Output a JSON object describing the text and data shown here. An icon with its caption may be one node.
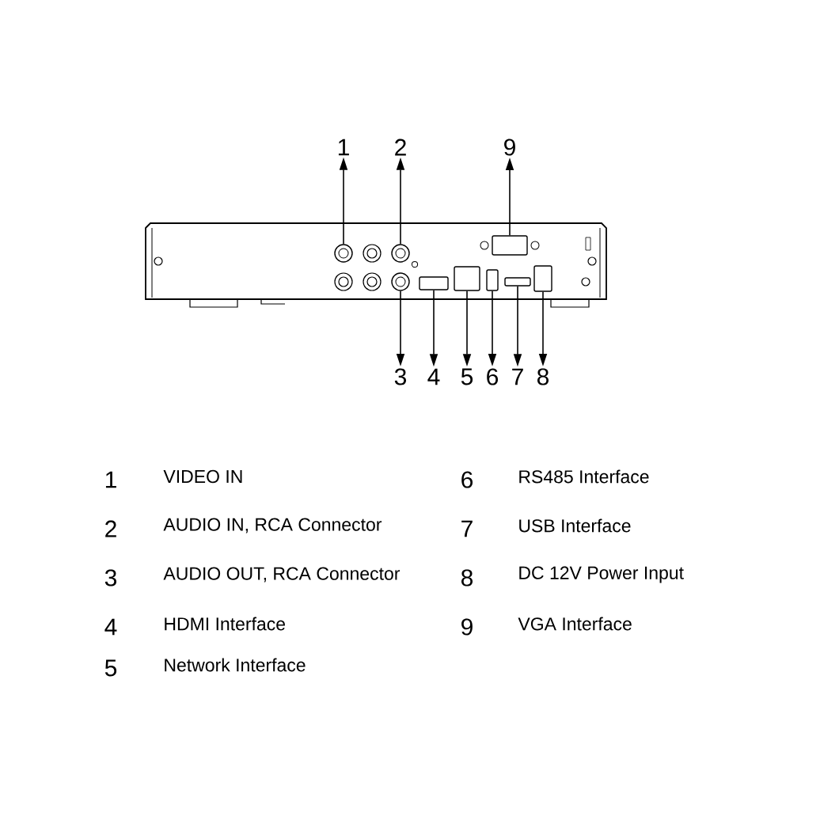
{
  "diagram": {
    "nodes": [
      {
        "text": [
          "1"
        ]
      },
      {
        "text": [
          "2"
        ]
      },
      {
        "text": [
          "9"
        ]
      },
      {
        "text": [],
        "shape": "circle"
      },
      {
        "text": [],
        "shape": "circle"
      },
      {
        "text": [],
        "shape": "box"
      },
      {
        "text": [],
        "shape": "circle"
      },
      {
        "text": [],
        "shape": "box"
      },
      {
        "text": [],
        "shape": "box"
      },
      {
        "text": [],
        "shape": "box"
      },
      {
        "text": [],
        "shape": "box"
      },
      {
        "text": [],
        "shape": "box"
      },
      {
        "text": [
          "3"
        ]
      },
      {
        "text": [
          "4"
        ]
      },
      {
        "text": [
          "5"
        ]
      },
      {
        "text": [
          "6"
        ]
      },
      {
        "text": [
          "7"
        ]
      },
      {
        "text": [
          "8"
        ]
      }
    ],
    "edges": [
      {
        "from": 3,
        "to": 0,
        "arrow": "to"
      },
      {
        "from": 4,
        "to": 1,
        "arrow": "to"
      },
      {
        "from": 5,
        "to": 2,
        "arrow": "to"
      },
      {
        "from": 6,
        "to": 12,
        "arrow": "to"
      },
      {
        "from": 7,
        "to": 13,
        "arrow": "to"
      },
      {
        "from": 8,
        "to": 14,
        "arrow": "to"
      },
      {
        "from": 9,
        "to": 15,
        "arrow": "to"
      },
      {
        "from": 10,
        "to": 16,
        "arrow": "to"
      },
      {
        "from": 11,
        "to": 17,
        "arrow": "to"
      }
    ],
    "labels": [
      "1",
      "VIDEO IN",
      "6",
      "RS485 Interface",
      "2",
      "AUDIO IN, RCA Connector",
      "7",
      "USB Interface",
      "3",
      "AUDIO OUT, RCA Connector",
      "8",
      "DC 12V Power Input",
      "4",
      "HDMI Interface",
      "9",
      "VGA Interface",
      "5",
      "Network Interface"
    ]
  }
}
